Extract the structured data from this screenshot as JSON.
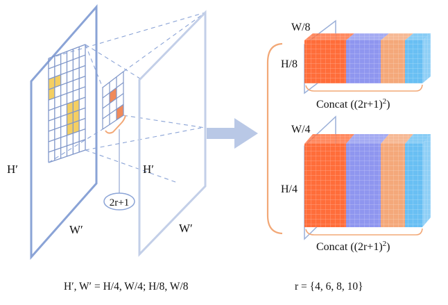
{
  "labels": {
    "h_prime_left": "H′",
    "w_prime_left": "W′",
    "h_prime_right": "H′",
    "w_prime_right": "W′",
    "radius_box": "2r+1",
    "top_width": "W/8",
    "top_height": "H/8",
    "top_concat": "Concat ((2r+1)",
    "top_concat_exp": "2",
    "top_concat_close": ")",
    "bottom_width": "W/4",
    "bottom_height": "H/4",
    "bottom_concat": "Concat ((2r+1)",
    "bottom_concat_exp": "2",
    "bottom_concat_close": ")"
  },
  "caption": {
    "sizes": "H′,  W′ = H/4,  W/4;   H/8,  W/8",
    "radii": "r = {4, 6, 8, 10}"
  },
  "colors": {
    "plane_stroke": "#9aafd8",
    "plane_inner": "#8aa3d6",
    "grid_line": "#7f96c9",
    "highlight": "#f4cf62",
    "local_patch": "#f08a5a",
    "bracket": "#f2a877",
    "arrow": "#b9c8e6",
    "block_orange": "#ff6d3a",
    "block_purple": "#8f96ef",
    "block_peach": "#f4a87a",
    "block_blue": "#69bff3"
  }
}
